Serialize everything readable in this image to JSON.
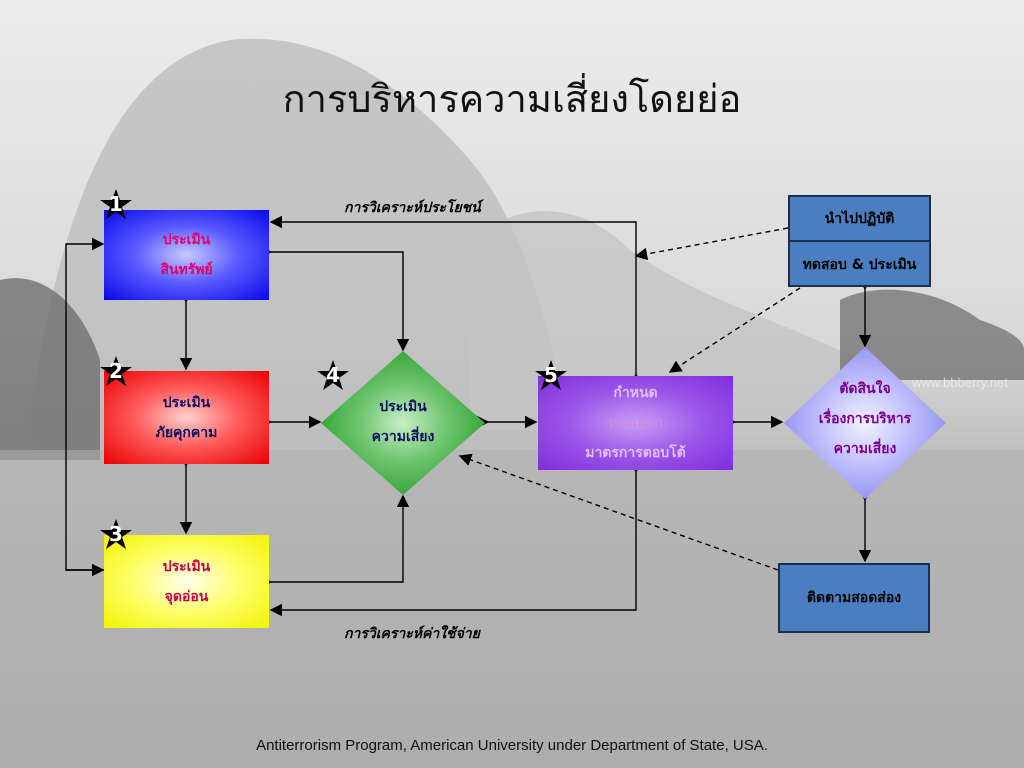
{
  "title": "การบริหารความเสี่ยงโดยย่อ",
  "nodes": {
    "assets": {
      "badge": "1",
      "line1": "ประเมิน",
      "line2": "สินทรัพย์"
    },
    "threats": {
      "badge": "2",
      "line1": "ประเมิน",
      "line2": "ภัยคุกคาม"
    },
    "vulnerabilities": {
      "badge": "3",
      "line1": "ประเมิน",
      "line2": "จุดอ่อน"
    },
    "risk": {
      "badge": "4",
      "line1": "ประเมิน",
      "line2": "ความเสี่ยง"
    },
    "countermeasures": {
      "badge": "5",
      "line1": "กำหนด",
      "line2": "ทางเลือก",
      "line3": "มาตรการตอบโต้"
    },
    "decision": {
      "line1": "ตัดสินใจ",
      "line2": "เรื่องการบริหาร",
      "line3": "ความเสี่ยง"
    },
    "implement": {
      "top": "นำไปปฏิบัติ",
      "bottom": "ทดสอบ & ประเมิน"
    },
    "monitor": {
      "label": "ติดตามสอดส่อง"
    }
  },
  "edge_labels": {
    "benefit": "การวิเคราะห์ประโยชน์",
    "cost": "การวิเคราะห์ค่าใช้จ่าย"
  },
  "watermark": "www.bbberry.net",
  "footer": "Antiterrorism Program, American University under Department of State, USA.",
  "colors": {
    "assets": "#0808e8",
    "threats": "#e80000",
    "vulnerabilities": "#f2f200",
    "risk": "#3fae3f",
    "countermeasures": "#8a3de0",
    "decision": "#9a9af5",
    "process_box": "#4a7ec0"
  },
  "icons": {
    "step_badge": "star-icon"
  }
}
